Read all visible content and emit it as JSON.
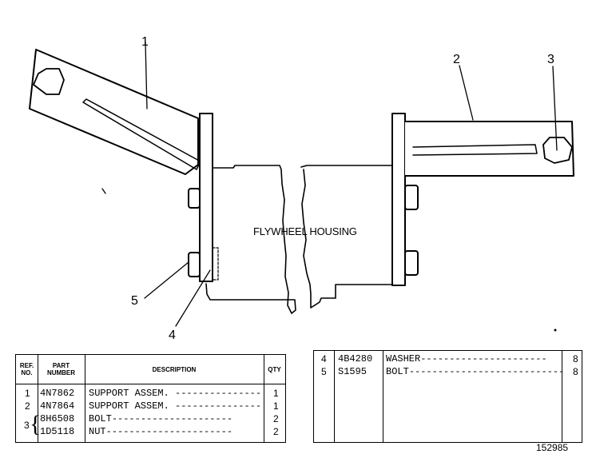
{
  "callouts": [
    "1",
    "2",
    "3",
    "4",
    "5"
  ],
  "housing_label": "FLYWHEEL HOUSING",
  "left_table": {
    "headers": {
      "ref_no": [
        "REF.",
        "NO."
      ],
      "part_number": [
        "PART",
        "NUMBER"
      ],
      "description": "DESCRIPTION",
      "qty": "QTY"
    },
    "rows": [
      {
        "ref": "1",
        "part": "4N7862",
        "desc": "SUPPORT ASSEM.",
        "qty": "1"
      },
      {
        "ref": "2",
        "part": "4N7864",
        "desc": "SUPPORT ASSEM.",
        "qty": "1"
      },
      {
        "ref": "",
        "part": "8H6508",
        "desc": "BOLT",
        "qty": "2"
      },
      {
        "ref": "",
        "part": "1D5118",
        "desc": "NUT",
        "qty": "2"
      }
    ],
    "group_ref": "3"
  },
  "right_table": {
    "rows": [
      {
        "ref": "4",
        "part": "4B4280",
        "desc": "WASHER",
        "qty": "8"
      },
      {
        "ref": "5",
        "part": "S1595",
        "desc": "BOLT",
        "qty": "8"
      }
    ]
  },
  "drawing_number": "152985"
}
